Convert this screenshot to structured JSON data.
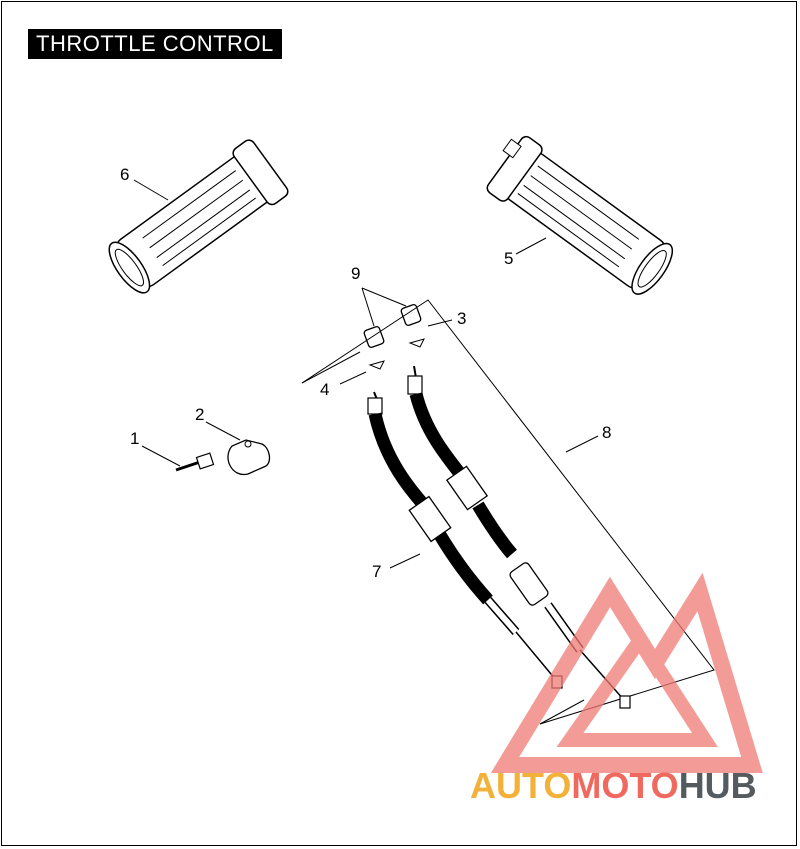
{
  "title": "THROTTLE CONTROL",
  "callouts": {
    "c1": "1",
    "c2": "2",
    "c3": "3",
    "c4": "4",
    "c5": "5",
    "c6": "6",
    "c7": "7",
    "c8": "8",
    "c9": "9"
  },
  "watermark": {
    "part1": "AUTO",
    "part2": "MOTO",
    "part3": "HUB"
  },
  "colors": {
    "watermark_orange": "#f2b23a",
    "watermark_red": "#f0695f",
    "watermark_gray": "#555a5e"
  }
}
